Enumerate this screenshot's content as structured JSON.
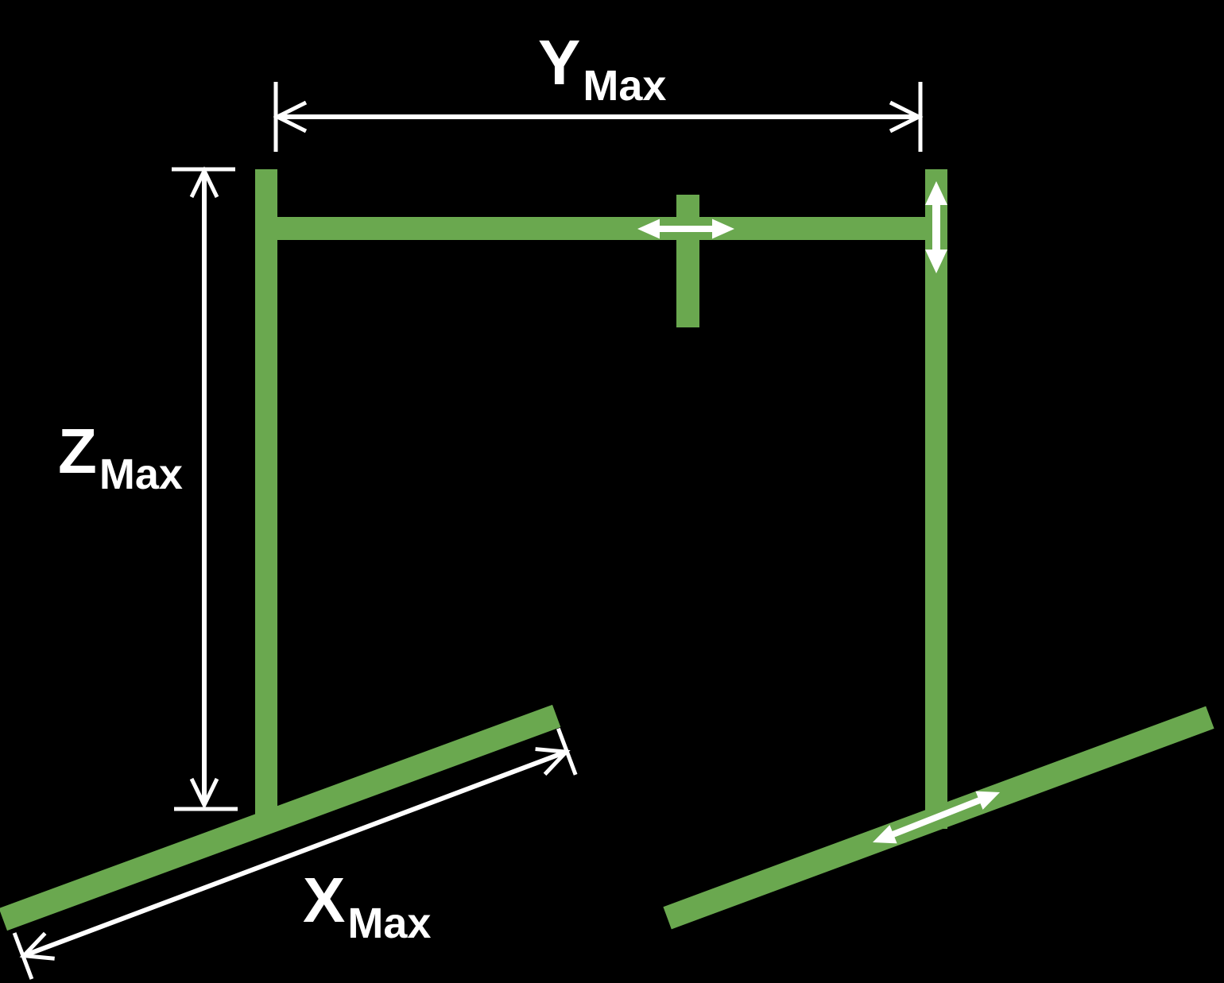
{
  "background_color": "#000000",
  "colors": {
    "machine_green": "#6aa84f",
    "annotation_white": "#ffffff"
  },
  "labels": {
    "y_max": {
      "main": "Y",
      "subscript": "Max"
    },
    "z_max": {
      "main": "Z",
      "subscript": "Max"
    },
    "x_max": {
      "main": "X",
      "subscript": "Max"
    }
  }
}
